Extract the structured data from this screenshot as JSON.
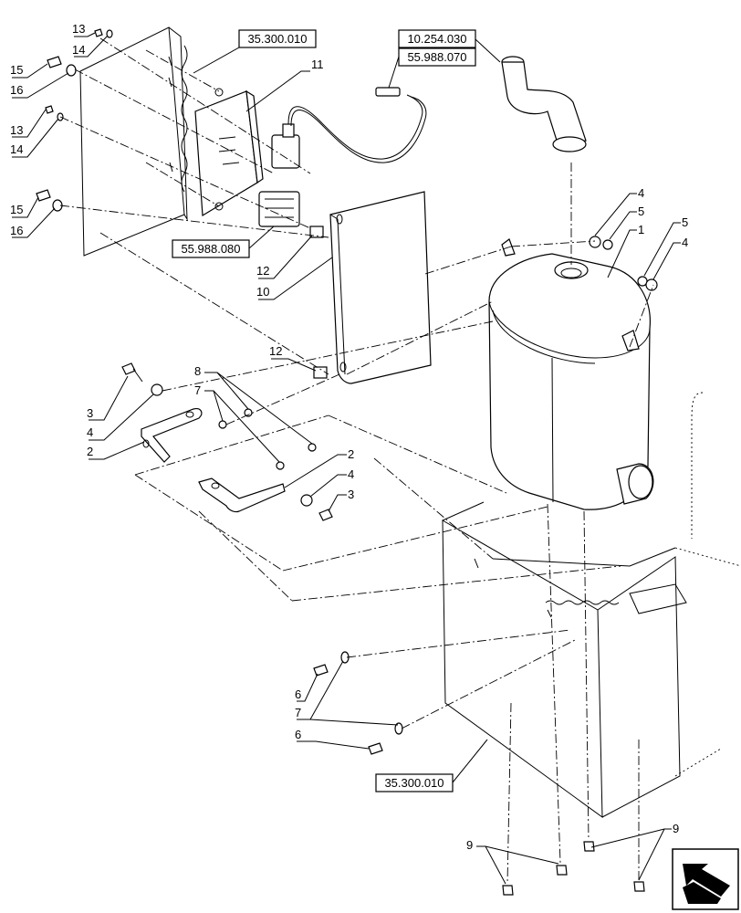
{
  "references": {
    "ref_35300010_top": "35.300.010",
    "ref_10254030": "10.254.030",
    "ref_55988070": "55.988.070",
    "ref_55988080": "55.988.080",
    "ref_35300010_bottom": "35.300.010"
  },
  "callouts": {
    "c13a": "13",
    "c14a": "14",
    "c15a": "15",
    "c16a": "16",
    "c13b": "13",
    "c14b": "14",
    "c15b": "15",
    "c16b": "16",
    "c11": "11",
    "c12a": "12",
    "c10": "10",
    "c12b": "12",
    "c4a": "4",
    "c5a": "5",
    "c1": "1",
    "c5b": "5",
    "c4b": "4",
    "c8": "8",
    "c7a": "7",
    "c3a": "3",
    "c4c": "4",
    "c2a": "2",
    "c2b": "2",
    "c4d": "4",
    "c3b": "3",
    "c6a": "6",
    "c7b": "7",
    "c6b": "6",
    "c9a": "9",
    "c9b": "9"
  },
  "icons": {
    "nav": "view-direction-arrow-icon"
  }
}
